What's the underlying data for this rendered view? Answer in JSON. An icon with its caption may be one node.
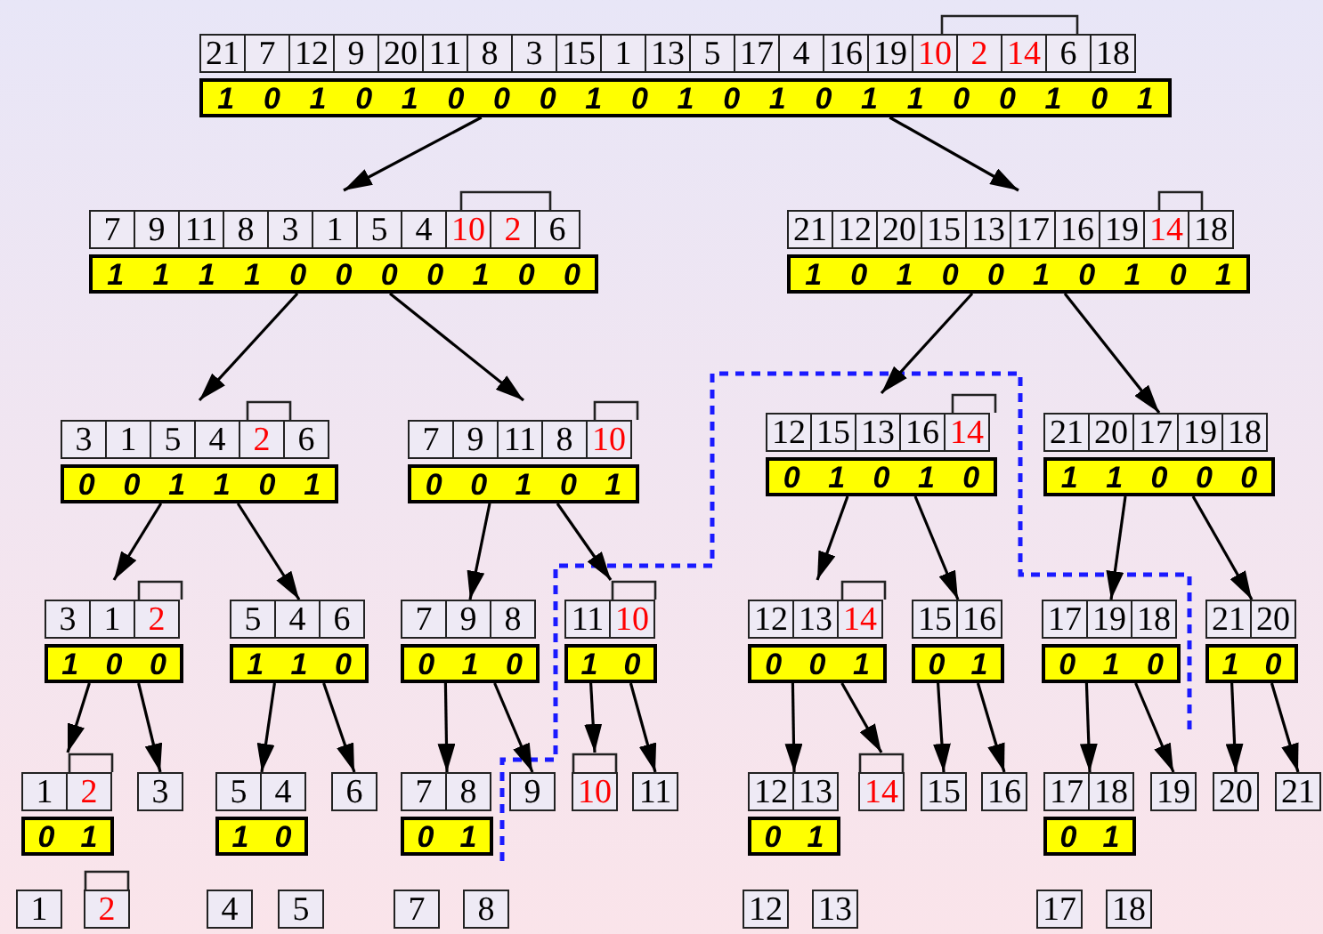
{
  "diagram": {
    "nodes": [
      {
        "text": [
          "21",
          "7",
          "12",
          "9",
          "20",
          "11",
          "8",
          "3",
          "15",
          "1",
          "13",
          "5",
          "17",
          "4",
          "16",
          "19",
          "10",
          "2",
          "14",
          "6",
          "18"
        ]
      },
      {
        "text": [
          "1",
          "0",
          "1",
          "0",
          "1",
          "0",
          "0",
          "0",
          "1",
          "0",
          "1",
          "0",
          "1",
          "0",
          "1",
          "1",
          "0",
          "0",
          "1",
          "0",
          "1"
        ]
      },
      {
        "text": [
          "7",
          "9",
          "11",
          "8",
          "3",
          "1",
          "5",
          "4",
          "10",
          "2",
          "6"
        ]
      },
      {
        "text": [
          "1",
          "1",
          "1",
          "1",
          "0",
          "0",
          "0",
          "0",
          "1",
          "0",
          "0"
        ]
      },
      {
        "text": [
          "21",
          "12",
          "20",
          "15",
          "13",
          "17",
          "16",
          "19",
          "14",
          "18"
        ]
      },
      {
        "text": [
          "1",
          "0",
          "1",
          "0",
          "0",
          "1",
          "0",
          "1",
          "0",
          "1"
        ]
      },
      {
        "text": [
          "3",
          "1",
          "5",
          "4",
          "2",
          "6"
        ]
      },
      {
        "text": [
          "0",
          "0",
          "1",
          "1",
          "0",
          "1"
        ]
      },
      {
        "text": [
          "7",
          "9",
          "11",
          "8",
          "10"
        ]
      },
      {
        "text": [
          "0",
          "0",
          "1",
          "0",
          "1"
        ]
      },
      {
        "text": [
          "12",
          "15",
          "13",
          "16",
          "14"
        ]
      },
      {
        "text": [
          "0",
          "1",
          "0",
          "1",
          "0"
        ]
      },
      {
        "text": [
          "21",
          "20",
          "17",
          "19",
          "18"
        ]
      },
      {
        "text": [
          "1",
          "1",
          "0",
          "0",
          "0"
        ]
      },
      {
        "text": [
          "3",
          "1",
          "2"
        ]
      },
      {
        "text": [
          "1",
          "0",
          "0"
        ]
      },
      {
        "text": [
          "5",
          "4",
          "6"
        ]
      },
      {
        "text": [
          "1",
          "1",
          "0"
        ]
      },
      {
        "text": [
          "7",
          "9",
          "8"
        ]
      },
      {
        "text": [
          "0",
          "1",
          "0"
        ]
      },
      {
        "text": [
          "11",
          "10"
        ]
      },
      {
        "text": [
          "1",
          "0"
        ]
      },
      {
        "text": [
          "12",
          "13",
          "14"
        ]
      },
      {
        "text": [
          "0",
          "0",
          "1"
        ]
      },
      {
        "text": [
          "15",
          "16"
        ]
      },
      {
        "text": [
          "0",
          "1"
        ]
      },
      {
        "text": [
          "17",
          "19",
          "18"
        ]
      },
      {
        "text": [
          "0",
          "1",
          "0"
        ]
      },
      {
        "text": [
          "21",
          "20"
        ]
      },
      {
        "text": [
          "1",
          "0"
        ]
      },
      {
        "text": [
          "1",
          "2"
        ]
      },
      {
        "text": [
          "0",
          "1"
        ]
      },
      {
        "text": [
          "3"
        ]
      },
      {
        "text": [
          "5",
          "4"
        ]
      },
      {
        "text": [
          "1",
          "0"
        ]
      },
      {
        "text": [
          "6"
        ]
      },
      {
        "text": [
          "7",
          "8"
        ]
      },
      {
        "text": [
          "0",
          "1"
        ]
      },
      {
        "text": [
          "9"
        ]
      },
      {
        "text": [
          "10"
        ]
      },
      {
        "text": [
          "11"
        ]
      },
      {
        "text": [
          "12",
          "13"
        ]
      },
      {
        "text": [
          "0",
          "1"
        ]
      },
      {
        "text": [
          "14"
        ]
      },
      {
        "text": [
          "15"
        ]
      },
      {
        "text": [
          "16"
        ]
      },
      {
        "text": [
          "17",
          "18"
        ]
      },
      {
        "text": [
          "0",
          "1"
        ]
      },
      {
        "text": [
          "19"
        ]
      },
      {
        "text": [
          "20"
        ]
      },
      {
        "text": [
          "21"
        ]
      },
      {
        "text": [
          "1"
        ]
      },
      {
        "text": [
          "2"
        ]
      },
      {
        "text": [
          "4"
        ]
      },
      {
        "text": [
          "5"
        ]
      },
      {
        "text": [
          "7"
        ]
      },
      {
        "text": [
          "8"
        ]
      },
      {
        "text": [
          "12"
        ]
      },
      {
        "text": [
          "13"
        ]
      },
      {
        "text": [
          "17"
        ]
      },
      {
        "text": [
          "18"
        ]
      }
    ],
    "edges": [
      {
        "from": 1,
        "to": 2,
        "arrow": "to"
      },
      {
        "from": 1,
        "to": 4,
        "arrow": "to"
      },
      {
        "from": 3,
        "to": 6,
        "arrow": "to"
      },
      {
        "from": 3,
        "to": 8,
        "arrow": "to"
      },
      {
        "from": 5,
        "to": 10,
        "arrow": "to"
      },
      {
        "from": 5,
        "to": 12,
        "arrow": "to"
      },
      {
        "from": 7,
        "to": 14,
        "arrow": "to"
      },
      {
        "from": 7,
        "to": 16,
        "arrow": "to"
      },
      {
        "from": 9,
        "to": 18,
        "arrow": "to"
      },
      {
        "from": 9,
        "to": 20,
        "arrow": "to"
      },
      {
        "from": 11,
        "to": 22,
        "arrow": "to"
      },
      {
        "from": 11,
        "to": 24,
        "arrow": "to"
      },
      {
        "from": 13,
        "to": 26,
        "arrow": "to"
      },
      {
        "from": 13,
        "to": 28,
        "arrow": "to"
      },
      {
        "from": 15,
        "to": 30,
        "arrow": "to"
      },
      {
        "from": 15,
        "to": 32,
        "arrow": "to"
      },
      {
        "from": 17,
        "to": 33,
        "arrow": "to"
      },
      {
        "from": 17,
        "to": 35,
        "arrow": "to"
      },
      {
        "from": 19,
        "to": 36,
        "arrow": "to"
      },
      {
        "from": 19,
        "to": 38,
        "arrow": "to"
      },
      {
        "from": 21,
        "to": 39,
        "arrow": "to"
      },
      {
        "from": 21,
        "to": 40,
        "arrow": "to"
      },
      {
        "from": 23,
        "to": 41,
        "arrow": "to"
      },
      {
        "from": 23,
        "to": 43,
        "arrow": "to"
      },
      {
        "from": 25,
        "to": 44,
        "arrow": "to"
      },
      {
        "from": 25,
        "to": 45,
        "arrow": "to"
      },
      {
        "from": 27,
        "to": 46,
        "arrow": "to"
      },
      {
        "from": 27,
        "to": 48,
        "arrow": "to"
      },
      {
        "from": 29,
        "to": 49,
        "arrow": "to"
      },
      {
        "from": 29,
        "to": 50,
        "arrow": "to"
      }
    ]
  }
}
